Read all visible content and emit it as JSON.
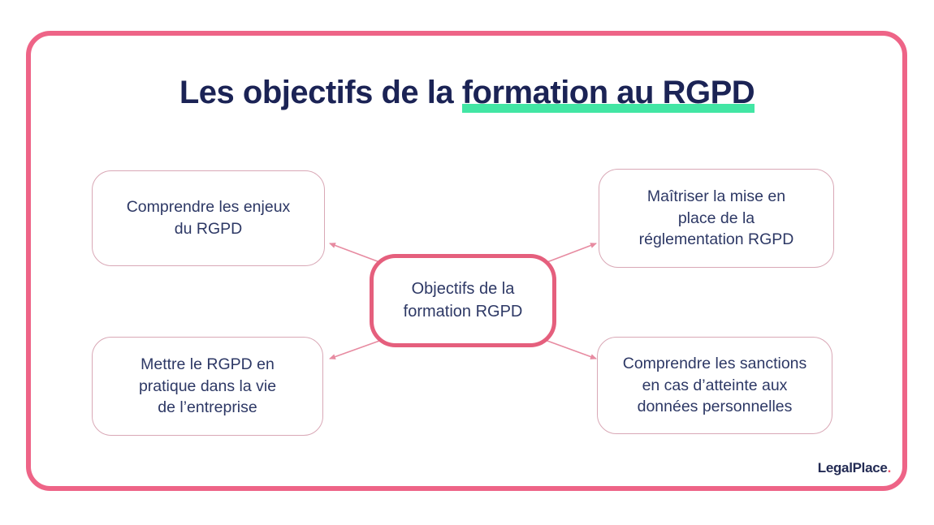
{
  "title": {
    "prefix": "Les objectifs de la ",
    "highlight": "formation au RGPD"
  },
  "diagram": {
    "center_label": "Objectifs de la\nformation RGPD",
    "nodes": [
      {
        "id": "top-left",
        "label": "Comprendre les enjeux\ndu RGPD"
      },
      {
        "id": "top-right",
        "label": "Maîtriser la mise en\nplace de la\nréglementation RGPD"
      },
      {
        "id": "bottom-left",
        "label": "Mettre le RGPD en\npratique dans la vie\nde l’entreprise"
      },
      {
        "id": "bottom-right",
        "label": "Comprendre les sanctions\nen cas d’atteinte aux\ndonnées personnelles"
      }
    ]
  },
  "footer": {
    "logo_text": "LegalPlace",
    "logo_period": "."
  },
  "colors": {
    "frame_pink": "#ee6487",
    "center_border_pink": "#e55f7d",
    "satellite_border_pink": "#d9a8b6",
    "arrow_pink": "#e78ba1",
    "title_navy": "#1b2355",
    "body_navy": "#2d3865",
    "highlight_green": "#42e6a4",
    "logo_dot_red": "#ee5a6e"
  }
}
